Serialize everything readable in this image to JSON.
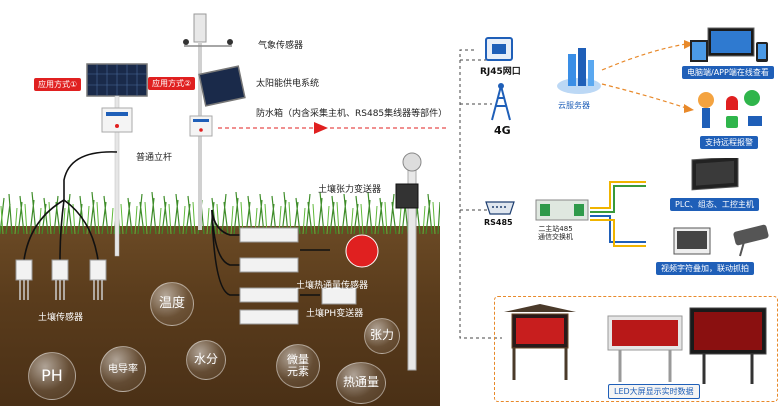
{
  "labels": {
    "weather_sensor": "气象传感器",
    "solar_power": "太阳能供电系统",
    "waterproof_box": "防水箱（内含采集主机、RS485集线器等部件）",
    "pole": "普通立杆",
    "app_mode_1": "应用方式①",
    "app_mode_2": "应用方式②",
    "tension_transmitter": "土壤张力变送器",
    "heat_flux_sensor": "土壤热通量传感器",
    "ph_transmitter": "土壤PH变送器",
    "soil_sensor": "土壤传感器",
    "rj45": "RJ45网口",
    "net_4g": "4G",
    "cloud_server": "云服务器",
    "pc_app": "电脑端/APP端在线查看",
    "remote_alarm": "支持远程报警",
    "rs485": "RS485",
    "switch": "二主站485\n通信交换机",
    "plc": "PLC、组态、工控主机",
    "video": "视频字符叠加，联动抓拍",
    "led": "LED大屏显示实时数据"
  },
  "bubbles": [
    {
      "text": "温度"
    },
    {
      "text": "张力"
    },
    {
      "text": "PH"
    },
    {
      "text": "电导率"
    },
    {
      "text": "水分"
    },
    {
      "text": "微量\n元素"
    },
    {
      "text": "热通量"
    }
  ],
  "colors": {
    "soil": "#5a3c1c",
    "red": "#e02020",
    "blue": "#1f5fb8",
    "arrow_orange": "#e8892a"
  }
}
